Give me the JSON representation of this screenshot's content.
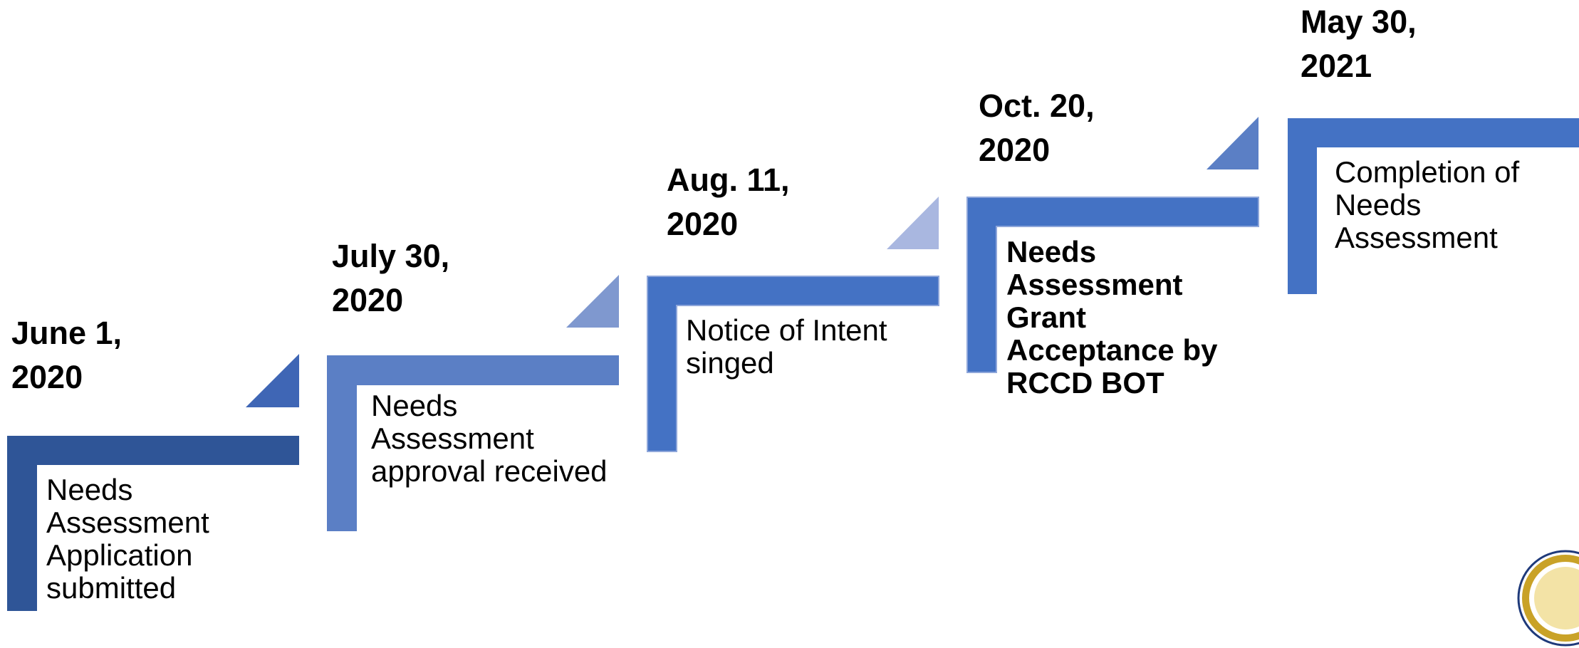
{
  "timeline": {
    "steps": [
      {
        "date": "June 1,\n2020",
        "description": "Needs\nAssessment\nApplication\nsubmitted",
        "color": "#2F5597",
        "bold_description": false
      },
      {
        "date": "July 30,\n2020",
        "description": "Needs\nAssessment\napproval received",
        "color": "#5B7FC5",
        "triangle_color": "#7F98CF",
        "bold_description": false
      },
      {
        "date": "Aug. 11,\n2020",
        "description": "Notice of Intent\nsinged",
        "color": "#4472C4",
        "triangle_color": "#A9B7E0",
        "bold_description": false
      },
      {
        "date": "Oct. 20,\n2020",
        "description": "Needs\nAssessment\nGrant\nAcceptance by\nRCCD BOT",
        "color": "#4472C4",
        "triangle_color": "#5B7FC5",
        "bold_description": true
      },
      {
        "date": "May 30,\n2021",
        "description": "Completion of\nNeeds\nAssessment",
        "color": "#4472C4",
        "bold_description": false
      }
    ],
    "first_triangle_color": "#3F66B5"
  }
}
